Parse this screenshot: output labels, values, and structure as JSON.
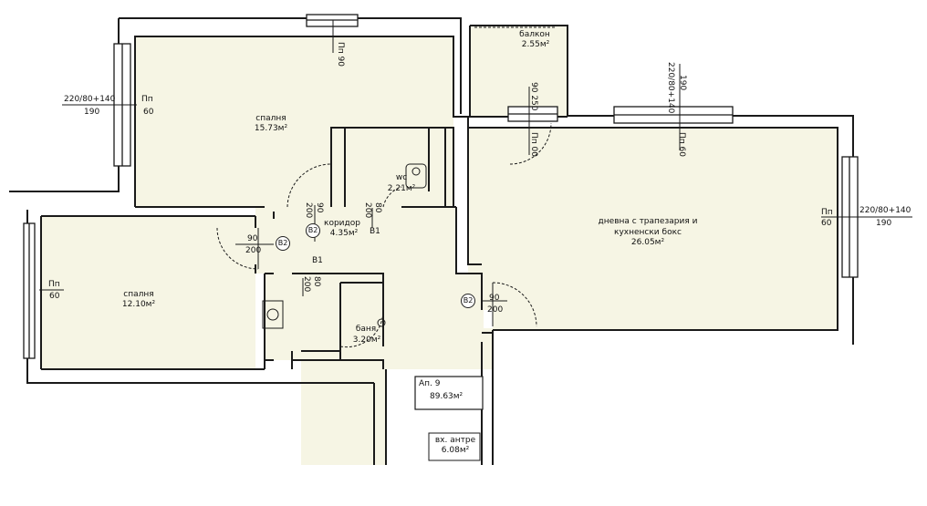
{
  "rooms": {
    "bedroom1": {
      "name": "спалня",
      "area": "15.73м²"
    },
    "bedroom2": {
      "name": "спалня",
      "area": "12.10м²"
    },
    "wc": {
      "name": "wc",
      "area": "2.21м²"
    },
    "corridor": {
      "name": "коридор",
      "area": "4.35м²"
    },
    "living": {
      "line1": "дневна с трапезария и",
      "line2": "кухненски бокс",
      "area": "26.05м²"
    },
    "balcony": {
      "name": "балкон",
      "area": "2.55м²"
    },
    "bath": {
      "name": "баня",
      "area": "3.20м²"
    },
    "entrance": {
      "name": "вх. антре",
      "area": "6.08м²"
    }
  },
  "apartment": {
    "name": "Ап. 9",
    "area": "89.63м²"
  },
  "windows": {
    "w_left_top": {
      "size": "220/80+140",
      "height": "190",
      "sill_label": "Пп",
      "sill": "60"
    },
    "w_right": {
      "size": "220/80+140",
      "height": "190",
      "sill_label": "Пп",
      "sill": "60"
    },
    "w_left_bottom": {
      "sill_label": "Пп",
      "sill": "60"
    },
    "w_top_bedroom": {
      "text": "Пп 90"
    },
    "w_living_top": {
      "size": "220/80+140",
      "height": "190",
      "sill": "Пп 60"
    },
    "balcony_door": {
      "dims": "90 250",
      "sill": "Пп 00"
    }
  },
  "doors": {
    "d_bed1": {
      "width": "90",
      "height": "200"
    },
    "d_bed2": {
      "width": "90",
      "height": "200",
      "tag": "B2"
    },
    "d_wc": {
      "width": "80",
      "height": "200"
    },
    "d_corr": {
      "tag": "B2"
    },
    "d_bath": {
      "width": "80",
      "height": "200"
    },
    "d_living": {
      "width": "90",
      "height": "200",
      "tag": "B2"
    }
  },
  "markers": {
    "b1_a": "B1",
    "b1_b": "B1"
  },
  "colors": {
    "room_fill": "#f6f5e4",
    "wall": "#1a1a1a",
    "background": "#ffffff"
  }
}
